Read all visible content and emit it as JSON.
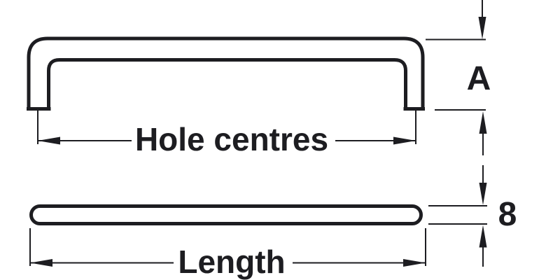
{
  "diagram": {
    "labels": {
      "hole_centres": "Hole centres",
      "length": "Length",
      "height_dim": "A",
      "thickness_dim": "8"
    },
    "colors": {
      "ink": "#1d1d21",
      "background": "#ffffff"
    }
  }
}
